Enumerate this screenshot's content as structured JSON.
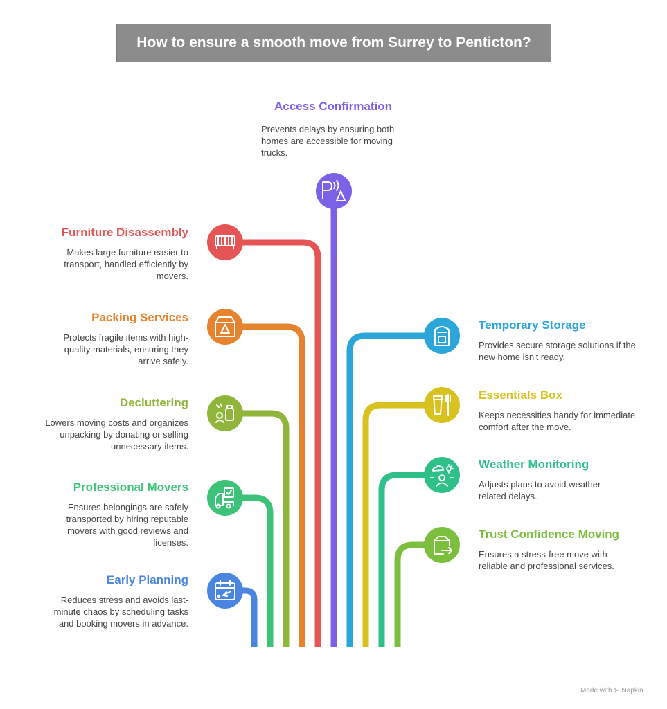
{
  "title": "How to ensure a smooth move from Surrey to Penticton?",
  "watermark": "Made with ⊱ Napkin",
  "items": {
    "access": {
      "title": "Access Confirmation",
      "desc": "Prevents delays by ensuring both homes are accessible for moving trucks.",
      "color": "#7b61e6",
      "icon": "parking-icon"
    },
    "furniture": {
      "title": "Furniture Disassembly",
      "desc": "Makes large furniture easier to transport, handled efficiently by movers.",
      "color": "#e55555",
      "icon": "sofa-icon"
    },
    "packing": {
      "title": "Packing Services",
      "desc": "Protects fragile items with high-quality materials, ensuring they arrive safely.",
      "color": "#e5832f",
      "icon": "fragile-box-icon"
    },
    "declutter": {
      "title": "Decluttering",
      "desc": "Lowers moving costs and organizes unpacking by donating or selling unnecessary items.",
      "color": "#8fb53a",
      "icon": "donate-icon"
    },
    "movers": {
      "title": "Professional Movers",
      "desc": "Ensures belongings are safely transported by hiring reputable movers with good reviews and licenses.",
      "color": "#3ec27a",
      "icon": "moving-truck-icon"
    },
    "planning": {
      "title": "Early Planning",
      "desc": "Reduces stress and avoids last-minute chaos by scheduling tasks and booking movers in advance.",
      "color": "#4a86e0",
      "icon": "calendar-icon"
    },
    "storage": {
      "title": "Temporary Storage",
      "desc": "Provides secure storage solutions if the new home isn't ready.",
      "color": "#2aa6d8",
      "icon": "storage-unit-icon"
    },
    "essentials": {
      "title": "Essentials Box",
      "desc": "Keeps necessities handy for immediate comfort after the move.",
      "color": "#d8c21f",
      "icon": "toiletries-icon"
    },
    "weather": {
      "title": "Weather Monitoring",
      "desc": "Adjusts plans to avoid weather-related delays.",
      "color": "#2fc08a",
      "icon": "weather-icon"
    },
    "trust": {
      "title": "Trust Confidence Moving",
      "desc": "Ensures a stress-free move with reliable and professional services.",
      "color": "#7cbf3e",
      "icon": "share-box-icon"
    }
  }
}
